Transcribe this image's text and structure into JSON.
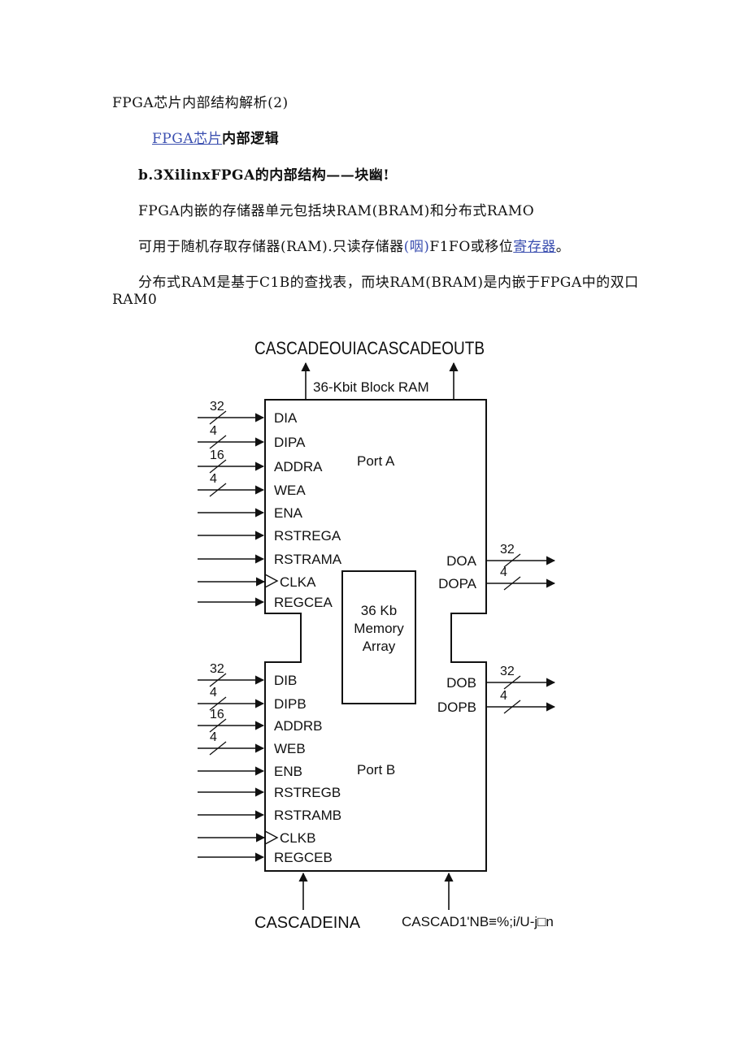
{
  "doc": {
    "title": "FPGA芯片内部结构解析(2)",
    "subtitle_link": "FPGA芯片",
    "subtitle_rest": "内部逻辑",
    "section": "b.3XilinxFPGA的内部结构——块幽!",
    "para1": "FPGA内嵌的存储器单元包括块RAM(BRAM)和分布式RAMO",
    "para2_a": "可用于随机存取存储器(RAM).只读存储器",
    "para2_link1": "(咽)",
    "para2_b": "F1FO或移位",
    "para2_link2": "寄存器",
    "para2_c": "。",
    "para3_line1": "分布式RAM是基于C1B的查找表，而块RAM(BRAM)是内嵌于FPGA中的双口",
    "para3_line2": "RAM0"
  },
  "diagram": {
    "top_label": "CASCADEOUIACASCADEOUTB",
    "block_title": "36-Kbit Block RAM",
    "port_a": "Port A",
    "port_b": "Port B",
    "memory": [
      "36 Kb",
      "Memory",
      "Array"
    ],
    "inputs_a": [
      {
        "name": "DIA",
        "width": "32"
      },
      {
        "name": "DIPA",
        "width": "4"
      },
      {
        "name": "ADDRA",
        "width": "16"
      },
      {
        "name": "WEA",
        "width": "4"
      },
      {
        "name": "ENA",
        "width": ""
      },
      {
        "name": "RSTREGA",
        "width": ""
      },
      {
        "name": "RSTRAMA",
        "width": ""
      },
      {
        "name": "CLKA",
        "width": ""
      },
      {
        "name": "REGCEA",
        "width": ""
      }
    ],
    "inputs_b": [
      {
        "name": "DIB",
        "width": "32"
      },
      {
        "name": "DIPB",
        "width": "4"
      },
      {
        "name": "ADDRB",
        "width": "16"
      },
      {
        "name": "WEB",
        "width": "4"
      },
      {
        "name": "ENB",
        "width": ""
      },
      {
        "name": "RSTREGB",
        "width": ""
      },
      {
        "name": "RSTRAMB",
        "width": ""
      },
      {
        "name": "CLKB",
        "width": ""
      },
      {
        "name": "REGCEB",
        "width": ""
      }
    ],
    "outputs_a": [
      {
        "name": "DOA",
        "width": "32"
      },
      {
        "name": "DOPA",
        "width": "4"
      }
    ],
    "outputs_b": [
      {
        "name": "DOB",
        "width": "32"
      },
      {
        "name": "DOPB",
        "width": "4"
      }
    ],
    "bottom_left": "CASCADEINA",
    "bottom_right": "CASCAD1'NB≡%;i/U-j□n"
  }
}
